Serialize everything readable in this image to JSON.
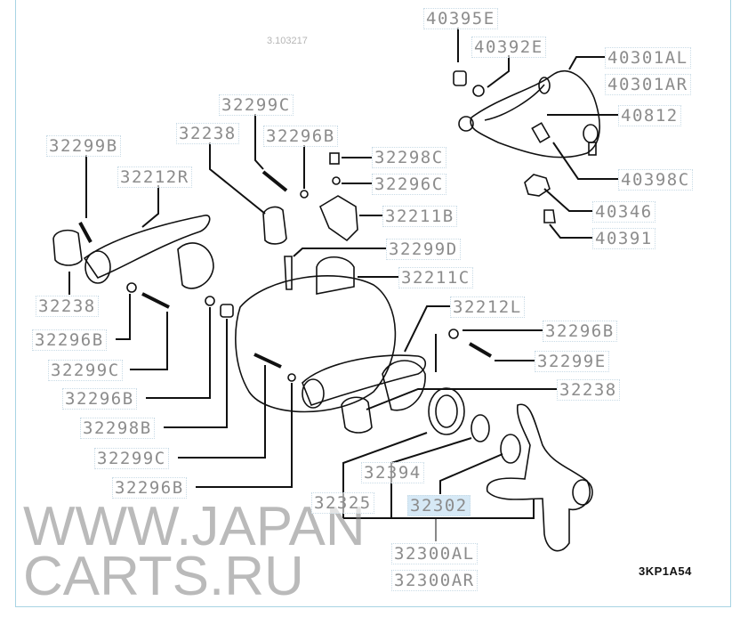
{
  "watermark": "WWW.JAPANCARTS.RU",
  "small_watermark": "3.103217",
  "diagram_code": "3KP1A54",
  "selected_part": "32302",
  "labels": [
    "40395E",
    "40392E",
    "40301AL",
    "40301AR",
    "40812",
    "40398C",
    "40346",
    "40391",
    "32299C",
    "32238",
    "32296B",
    "32299B",
    "32298C",
    "32296C",
    "32212R",
    "32211B",
    "32299D",
    "32211C",
    "32238",
    "32212L",
    "32296B",
    "32296B",
    "32299C",
    "32299E",
    "32296B",
    "32238",
    "32298B",
    "32299C",
    "32394",
    "32296B",
    "32325",
    "32302",
    "32300AL",
    "32300AR"
  ],
  "colors": {
    "frame": "#a8d4e4",
    "label_text": "#8c8c8c",
    "selected_bg": "#d6e9f6"
  }
}
